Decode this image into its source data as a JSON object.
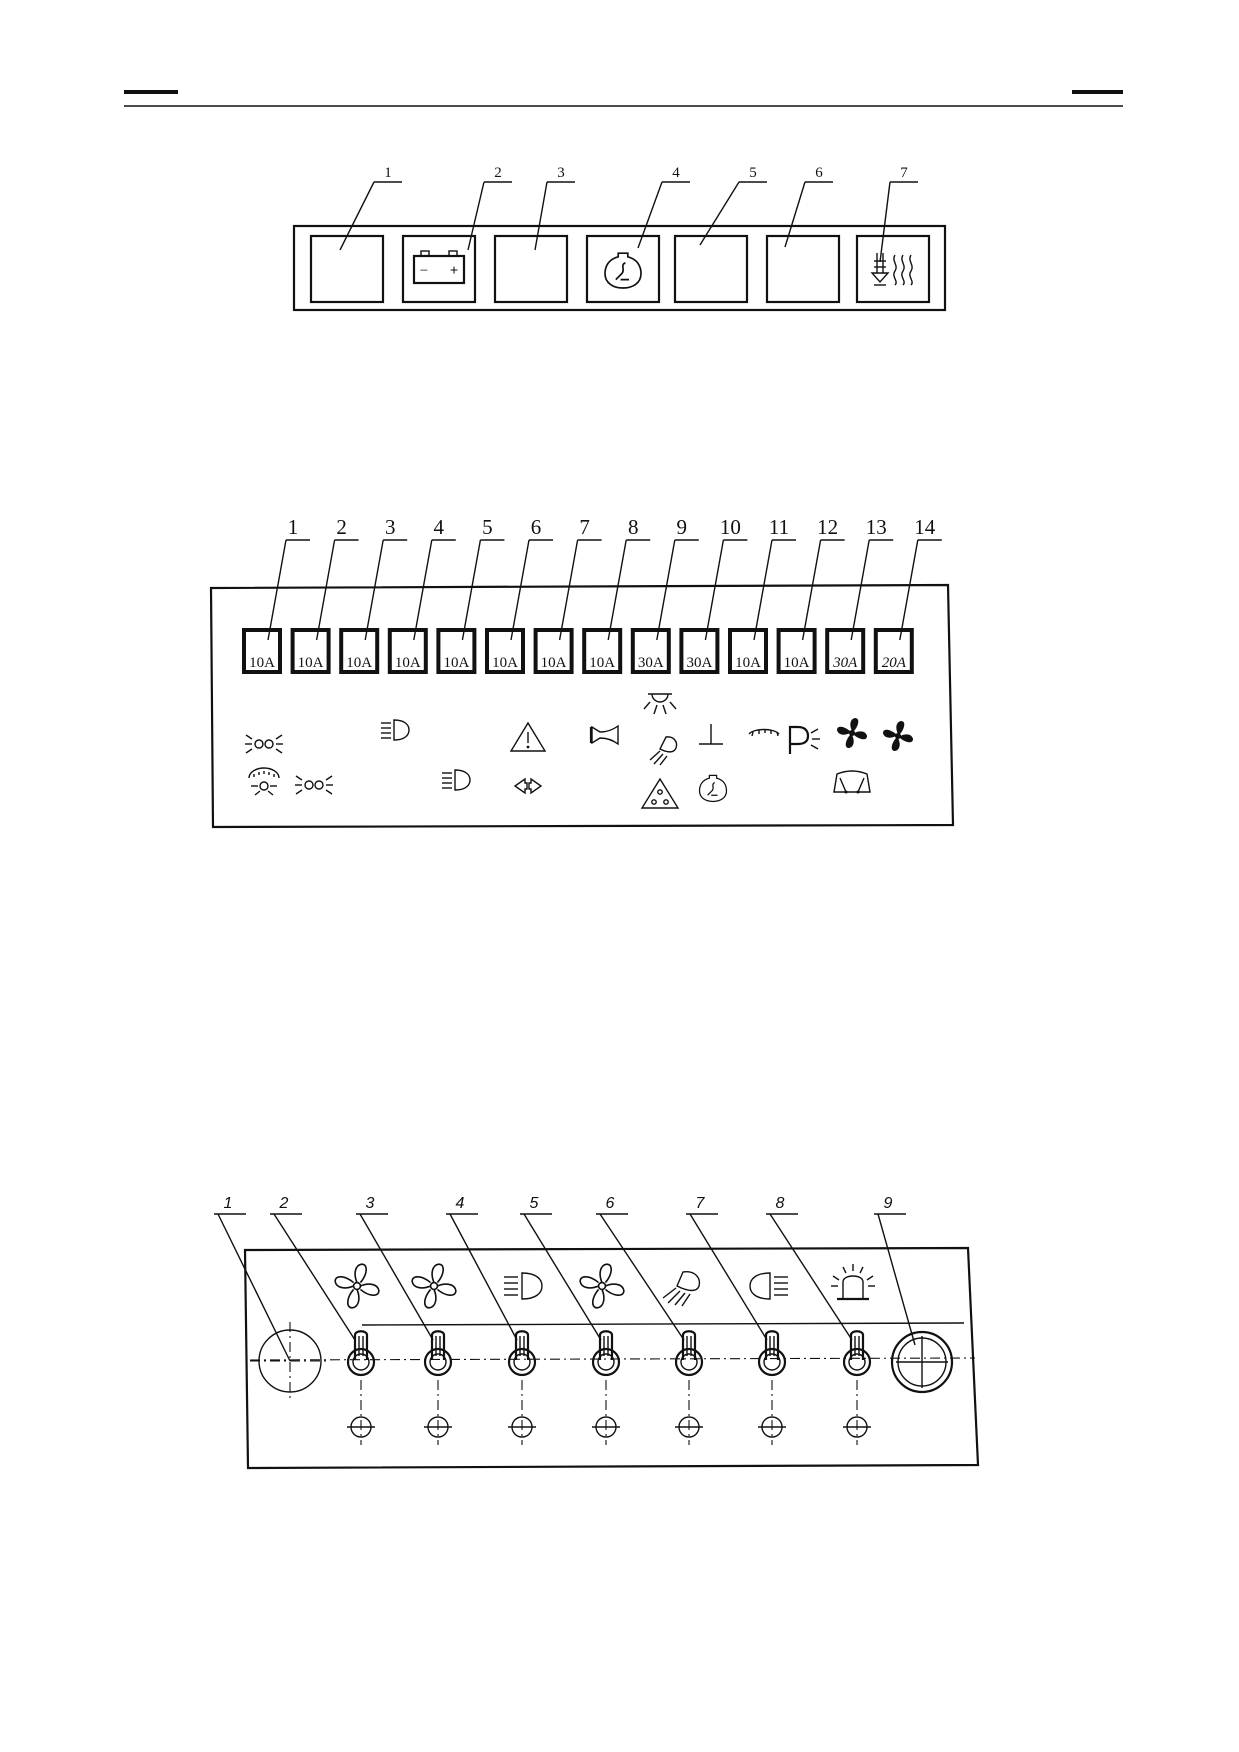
{
  "panel_a": {
    "callouts": [
      "1",
      "2",
      "3",
      "4",
      "5",
      "6",
      "7"
    ],
    "lamps": [
      {
        "icon": "blank"
      },
      {
        "icon": "battery-icon"
      },
      {
        "icon": "blank"
      },
      {
        "icon": "engine-oil-icon"
      },
      {
        "icon": "blank"
      },
      {
        "icon": "blank"
      },
      {
        "icon": "glow-plug-icon"
      }
    ],
    "battery_minus": "−",
    "battery_plus": "+"
  },
  "panel_b": {
    "callouts": [
      "1",
      "2",
      "3",
      "4",
      "5",
      "6",
      "7",
      "8",
      "9",
      "10",
      "11",
      "12",
      "13",
      "14"
    ],
    "fuse_ratings": [
      "10A",
      "10A",
      "10A",
      "10A",
      "10A",
      "10A",
      "10A",
      "10A",
      "30A",
      "30A",
      "10A",
      "10A",
      "30A",
      "20A"
    ]
  },
  "panel_c": {
    "callouts": [
      "1",
      "2",
      "3",
      "4",
      "5",
      "6",
      "7",
      "8",
      "9"
    ],
    "switch_icons": [
      "fan-icon",
      "fan-icon",
      "headlight-icon",
      "fan-icon",
      "work-light-icon",
      "headlight-icon",
      "beacon-icon"
    ]
  }
}
